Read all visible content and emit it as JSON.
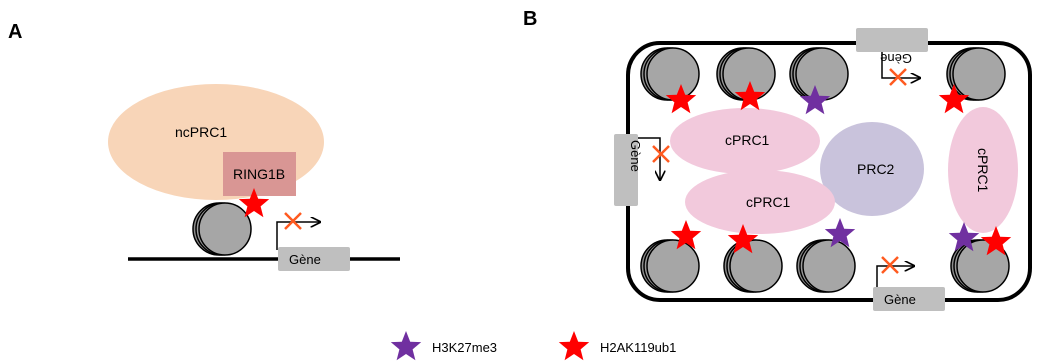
{
  "panels": {
    "a": "A",
    "b": "B"
  },
  "panel_a": {
    "complex": "ncPRC1",
    "subunit": "RING1B",
    "gene": "Gène"
  },
  "panel_b": {
    "complex_left_top": "cPRC1",
    "complex_left_bottom": "cPRC1",
    "complex_center": "PRC2",
    "complex_right": "cPRC1",
    "gene_top": "Gène",
    "gene_left": "Gène",
    "gene_bottom": "Gène"
  },
  "legend": {
    "h3k27me3": "H3K27me3",
    "h2ak119ub1": "H2AK119ub1"
  },
  "colors": {
    "h3k27me3_star": "#7030a0",
    "h2ak119ub1_star": "#ff0000",
    "ncprc1": "#f8d5b8",
    "ring1b": "#d99694",
    "cprc1": "#f2c9dc",
    "prc2": "#c9c3dc",
    "gene_box": "#bfbfbf",
    "nucleosome": "#8c8c8c",
    "cross": "#ff5a1f"
  }
}
